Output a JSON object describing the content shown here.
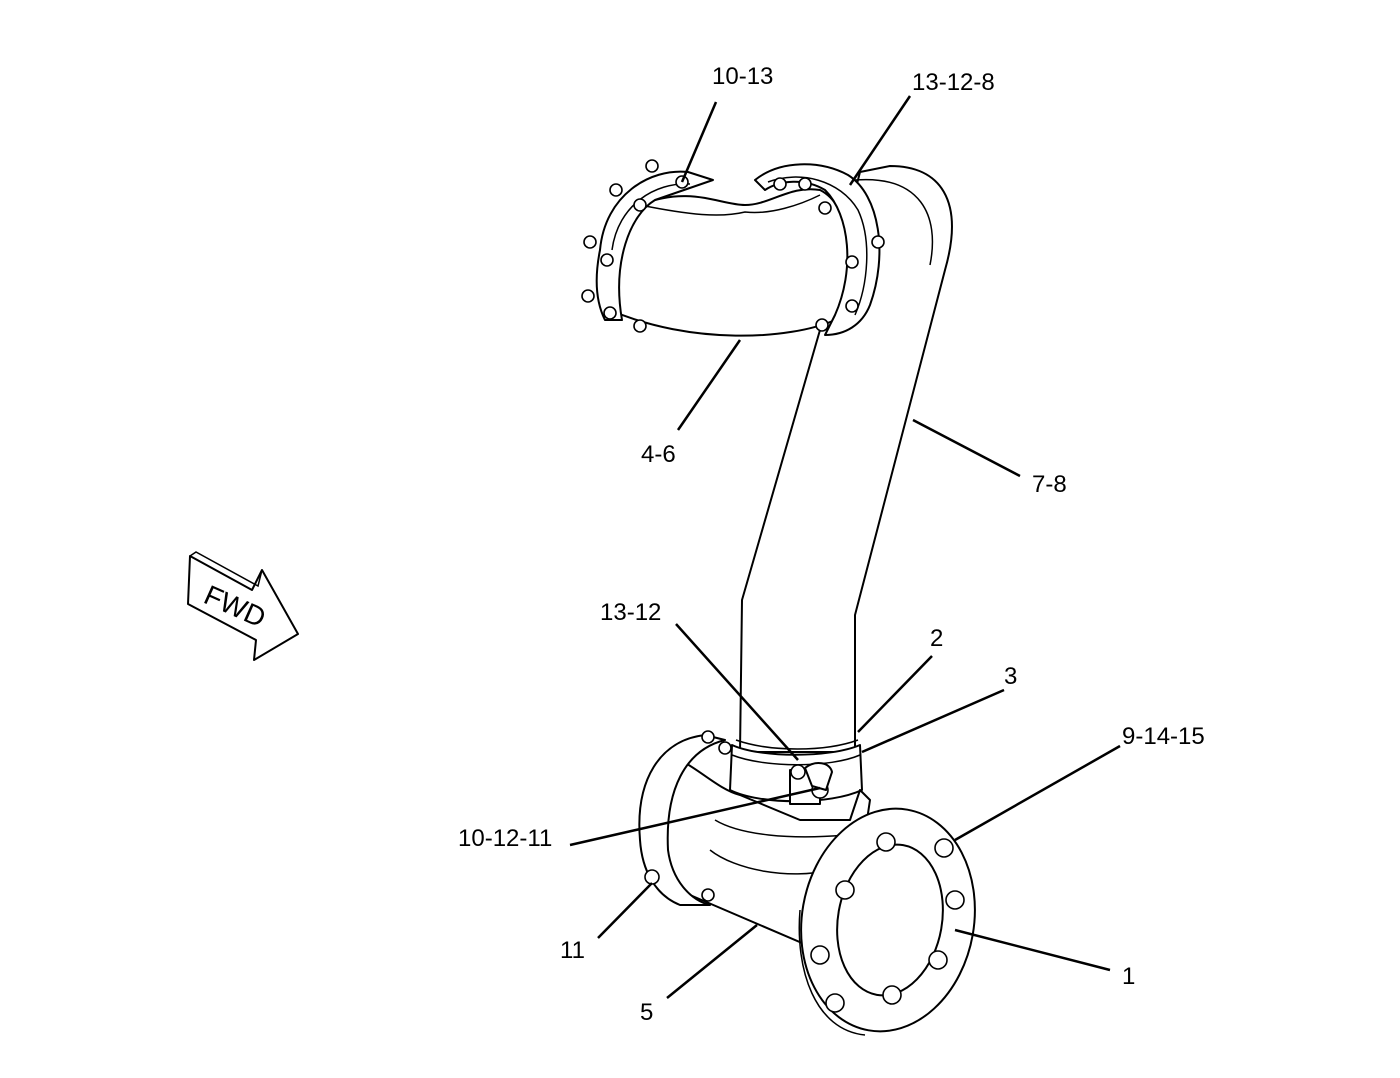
{
  "orientation": {
    "label": "FWD"
  },
  "callouts": [
    {
      "id": "c-10-13",
      "text": "10-13"
    },
    {
      "id": "c-13-12-8",
      "text": "13-12-8"
    },
    {
      "id": "c-4-6",
      "text": "4-6"
    },
    {
      "id": "c-7-8",
      "text": "7-8"
    },
    {
      "id": "c-13-12",
      "text": "13-12"
    },
    {
      "id": "c-2",
      "text": "2"
    },
    {
      "id": "c-3",
      "text": "3"
    },
    {
      "id": "c-9-14-15",
      "text": "9-14-15"
    },
    {
      "id": "c-10-12-11",
      "text": "10-12-11"
    },
    {
      "id": "c-11",
      "text": "11"
    },
    {
      "id": "c-5",
      "text": "5"
    },
    {
      "id": "c-1",
      "text": "1"
    }
  ]
}
